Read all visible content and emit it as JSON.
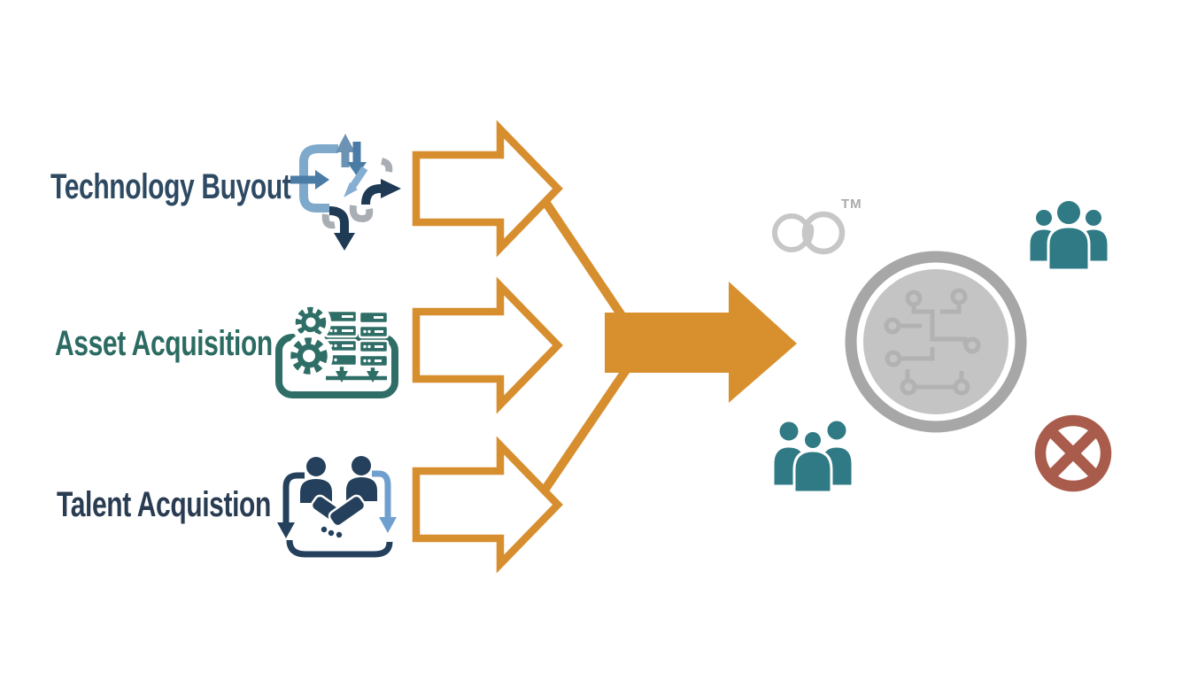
{
  "diagram": {
    "background": "#ffffff",
    "inputs": [
      {
        "label": "Technology Buyout",
        "color": "#2e4a63",
        "icon": "branching-arrows-icon"
      },
      {
        "label": "Asset Acquisition",
        "color": "#2b6b62",
        "icon": "server-gears-icon"
      },
      {
        "label": "Talent Acquistion",
        "color": "#293c52",
        "icon": "handshake-exchange-icon"
      }
    ],
    "arrows": {
      "input_outline_color": "#d78e2e",
      "merge_fill_color": "#d8902f"
    },
    "result": {
      "trademark": "TM",
      "trademark_color": "#a9a9a9",
      "rings_logo_color": "#c7c7c7",
      "coin_fill_color": "#c4c4c4",
      "coin_ring_color": "#a7a7a7",
      "circuit_trace_color": "#b2b2b2",
      "team_icon_color": "#2f7a85",
      "crossed_circle_color": "#a95c4c"
    },
    "icon_palette": {
      "tech_light_blue": "#7ea9cb",
      "tech_mid_blue": "#4a7ca6",
      "tech_steel_blue": "#6d93b4",
      "tech_navy": "#1e3a55",
      "tech_gray": "#a9aeb5",
      "asset_teal": "#2e6e66",
      "talent_navy": "#24405c",
      "talent_light_blue": "#6f9fce"
    }
  }
}
